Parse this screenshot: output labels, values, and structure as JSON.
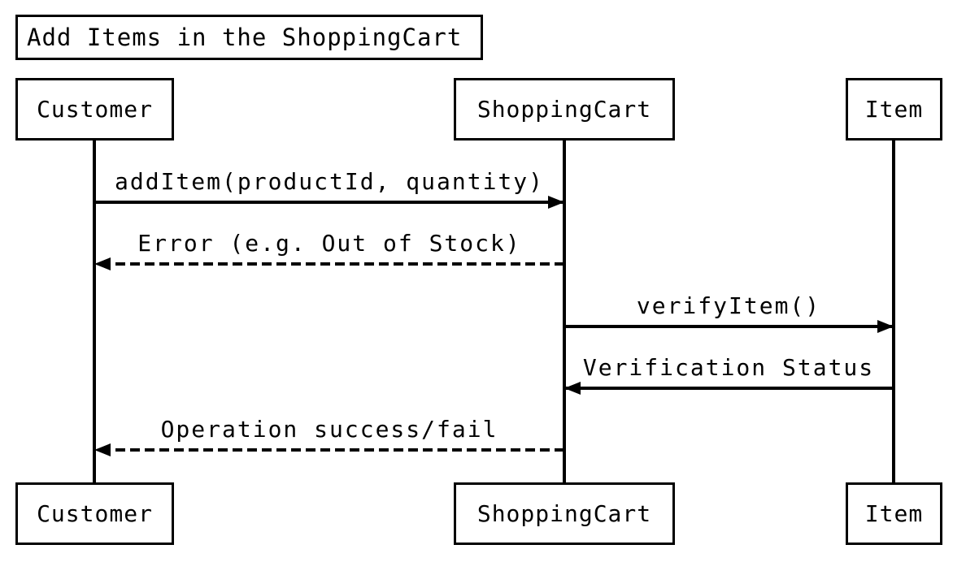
{
  "diagram": {
    "type": "sequence",
    "title": "Add Items in the ShoppingCart",
    "participants": [
      {
        "id": "customer",
        "label": "Customer"
      },
      {
        "id": "cart",
        "label": "ShoppingCart"
      },
      {
        "id": "item",
        "label": "Item"
      }
    ],
    "messages": [
      {
        "from": "customer",
        "to": "cart",
        "label": "addItem(productId, quantity)",
        "style": "solid"
      },
      {
        "from": "cart",
        "to": "customer",
        "label": "Error (e.g. Out of Stock)",
        "style": "dashed"
      },
      {
        "from": "cart",
        "to": "item",
        "label": "verifyItem()",
        "style": "solid"
      },
      {
        "from": "item",
        "to": "cart",
        "label": "Verification Status",
        "style": "solid"
      },
      {
        "from": "cart",
        "to": "customer",
        "label": "Operation success/fail",
        "style": "dashed"
      }
    ]
  }
}
